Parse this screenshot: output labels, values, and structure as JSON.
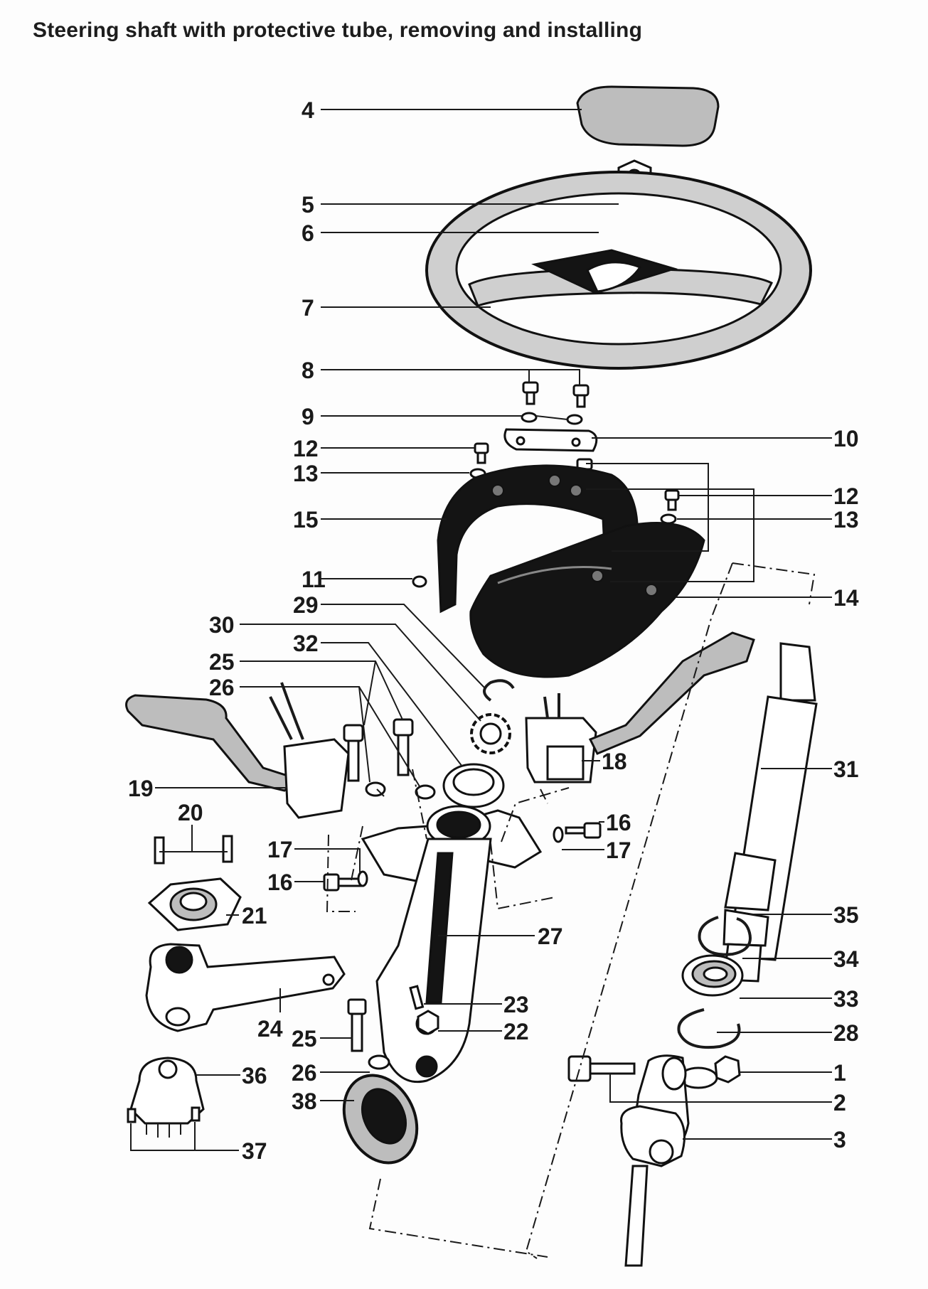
{
  "title": "Steering shaft with protective tube, removing and installing",
  "callouts": [
    {
      "n": "1"
    },
    {
      "n": "2"
    },
    {
      "n": "3"
    },
    {
      "n": "4"
    },
    {
      "n": "5"
    },
    {
      "n": "6"
    },
    {
      "n": "7"
    },
    {
      "n": "8"
    },
    {
      "n": "9"
    },
    {
      "n": "10"
    },
    {
      "n": "11"
    },
    {
      "n": "12"
    },
    {
      "n": "12"
    },
    {
      "n": "13"
    },
    {
      "n": "13"
    },
    {
      "n": "14"
    },
    {
      "n": "15"
    },
    {
      "n": "16"
    },
    {
      "n": "16"
    },
    {
      "n": "17"
    },
    {
      "n": "17"
    },
    {
      "n": "18"
    },
    {
      "n": "19"
    },
    {
      "n": "20"
    },
    {
      "n": "21"
    },
    {
      "n": "22"
    },
    {
      "n": "23"
    },
    {
      "n": "24"
    },
    {
      "n": "25"
    },
    {
      "n": "25"
    },
    {
      "n": "26"
    },
    {
      "n": "26"
    },
    {
      "n": "27"
    },
    {
      "n": "28"
    },
    {
      "n": "29"
    },
    {
      "n": "30"
    },
    {
      "n": "31"
    },
    {
      "n": "32"
    },
    {
      "n": "33"
    },
    {
      "n": "34"
    },
    {
      "n": "35"
    },
    {
      "n": "36"
    },
    {
      "n": "37"
    },
    {
      "n": "38"
    }
  ],
  "colors": {
    "ink": "#1a1a1a",
    "paper": "#fdfdfd"
  }
}
